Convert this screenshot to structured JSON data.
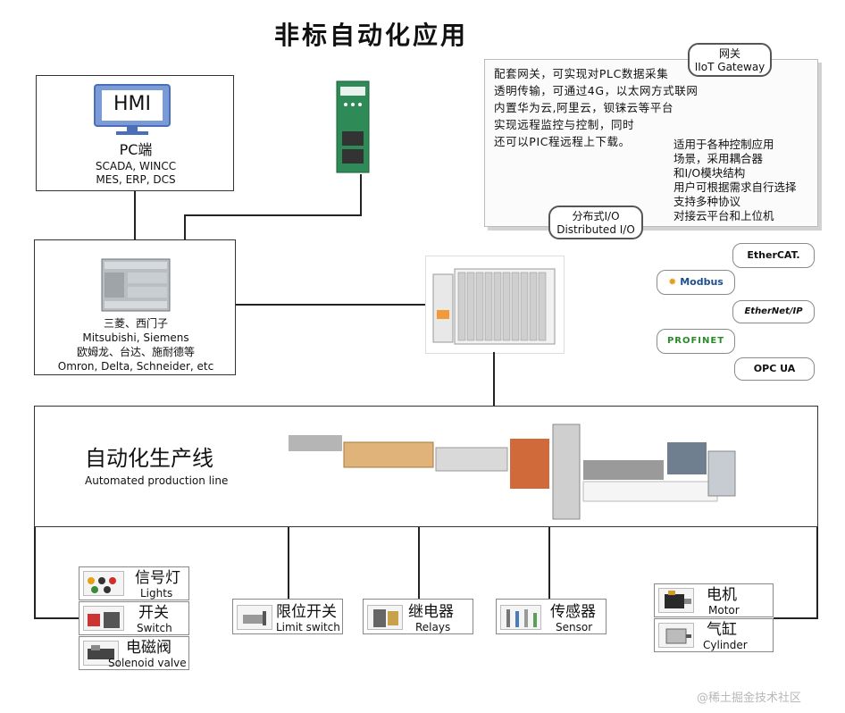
{
  "title": "非标自动化应用",
  "pc": {
    "hmi_label": "HMI",
    "name": "PC端",
    "line1": "SCADA, WINCC",
    "line2": "MES, ERP,  DCS"
  },
  "plc": {
    "line1": "三菱、西门子",
    "line2": "Mitsubishi, Siemens",
    "line3": "欧姆龙、台达、施耐德等",
    "line4": "Omron, Delta, Schneider, etc"
  },
  "gateway": {
    "tag_cn": "网关",
    "tag_en": "IIoT Gateway",
    "desc": [
      "配套网关，可实现对PLC数据采集",
      "透明传输，可通过4G，以太网方式联网",
      "内置华为云,阿里云，钡铼云等平台",
      "实现远程监控与控制，同时",
      "还可以PIC程远程上下载。"
    ]
  },
  "distributed_io": {
    "tag_cn": "分布式I/O",
    "tag_en": "Distributed I/O",
    "desc": [
      "适用于各种控制应用",
      "场景，采用耦合器",
      "和I/O模块结构",
      "用户可根据需求自行选择",
      "支持多种协议",
      "对接云平台和上位机"
    ]
  },
  "protocols": [
    "EtherCAT.",
    "Modbus",
    "EtherNet/IP",
    "PROFINET",
    "OPC UA"
  ],
  "production_line": {
    "cn": "自动化生产线",
    "en": "Automated production line"
  },
  "devices": {
    "lights": {
      "cn": "信号灯",
      "en": "Lights"
    },
    "switch": {
      "cn": "开关",
      "en": "Switch"
    },
    "solenoid": {
      "cn": "电磁阀",
      "en": "Solenoid valve"
    },
    "limit": {
      "cn": "限位开关",
      "en": "Limit switch"
    },
    "relays": {
      "cn": "继电器",
      "en": "Relays"
    },
    "sensor": {
      "cn": "传感器",
      "en": "Sensor"
    },
    "motor": {
      "cn": "电机",
      "en": "Motor"
    },
    "cylinder": {
      "cn": "气缸",
      "en": "Cylinder"
    }
  },
  "watermark": "@稀土掘金技术社区"
}
